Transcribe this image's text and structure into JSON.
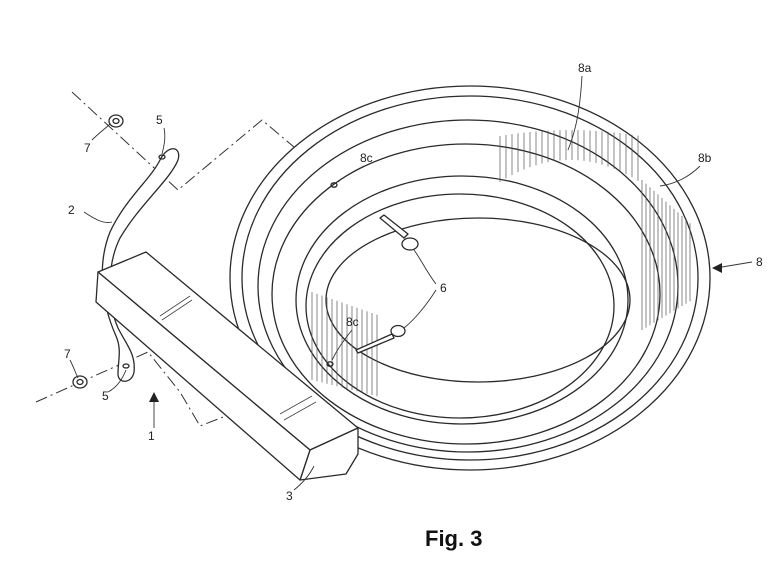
{
  "figure": {
    "caption": "Fig. 3",
    "labels": {
      "assembly": "1",
      "strap": "2",
      "bar": "3",
      "strap_hole_top": "5",
      "strap_hole_bottom": "5",
      "pins": "6",
      "nut_top": "7",
      "nut_bottom": "7",
      "ring": "8",
      "ring_inner_face": "8a",
      "ring_outer_face": "8b",
      "hole_top": "8c",
      "hole_bottom": "8c"
    }
  }
}
